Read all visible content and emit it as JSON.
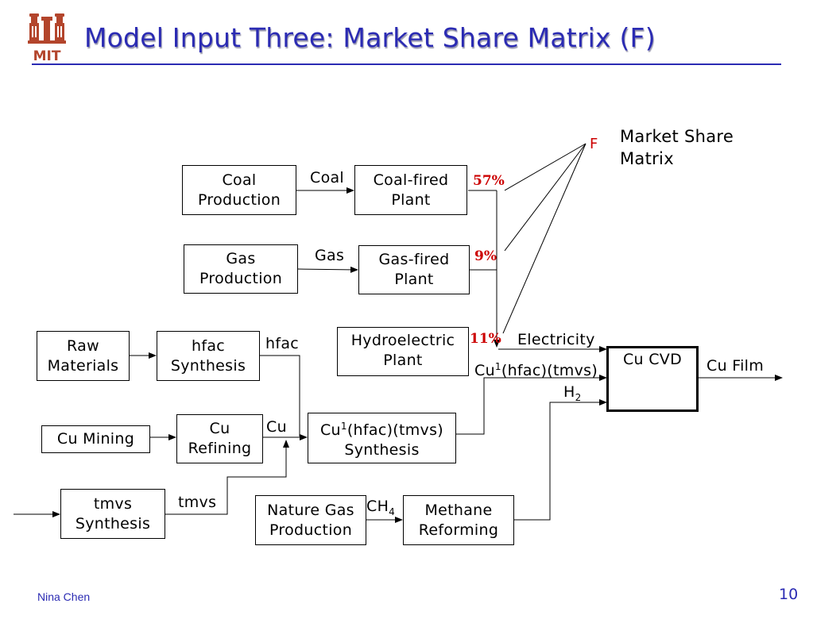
{
  "slide": {
    "title": "Model Input Three: Market Share Matrix (F)",
    "logo_text": "MIT",
    "author": "Nina Chen",
    "page_number": "10"
  },
  "market_share": {
    "f_label": "F",
    "legend": "Market Share\nMatrix",
    "pct_coal": "57%",
    "pct_gas": "9%",
    "pct_hydro": "11%"
  },
  "boxes": {
    "coal_production": "Coal\nProduction",
    "coal_fired_plant": "Coal-fired\nPlant",
    "gas_production": "Gas\nProduction",
    "gas_fired_plant": "Gas-fired\nPlant",
    "hydroelectric_plant": "Hydroelectric\nPlant",
    "raw_materials": "Raw\nMaterials",
    "hfac_synthesis": "hfac\nSynthesis",
    "cu_mining": "Cu Mining",
    "cu_refining": "Cu\nRefining",
    "precursor_synthesis_sup": "1",
    "precursor_synthesis_pre": "Cu",
    "precursor_synthesis_post": "(hfac)(tmvs)\nSynthesis",
    "tmvs_synthesis": "tmvs\nSynthesis",
    "nature_gas_production": "Nature Gas\nProduction",
    "methane_reforming": "Methane\nReforming",
    "cu_cvd": "Cu CVD"
  },
  "flows": {
    "coal": "Coal",
    "gas": "Gas",
    "hfac": "hfac",
    "cu": "Cu",
    "tmvs": "tmvs",
    "electricity": "Electricity",
    "precursor_pre": "Cu",
    "precursor_sup": "1",
    "precursor_post": "(hfac)(tmvs)",
    "h2_base": "H",
    "h2_sub": "2",
    "ch4_base": "CH",
    "ch4_sub": "4",
    "cu_film": "Cu Film"
  }
}
